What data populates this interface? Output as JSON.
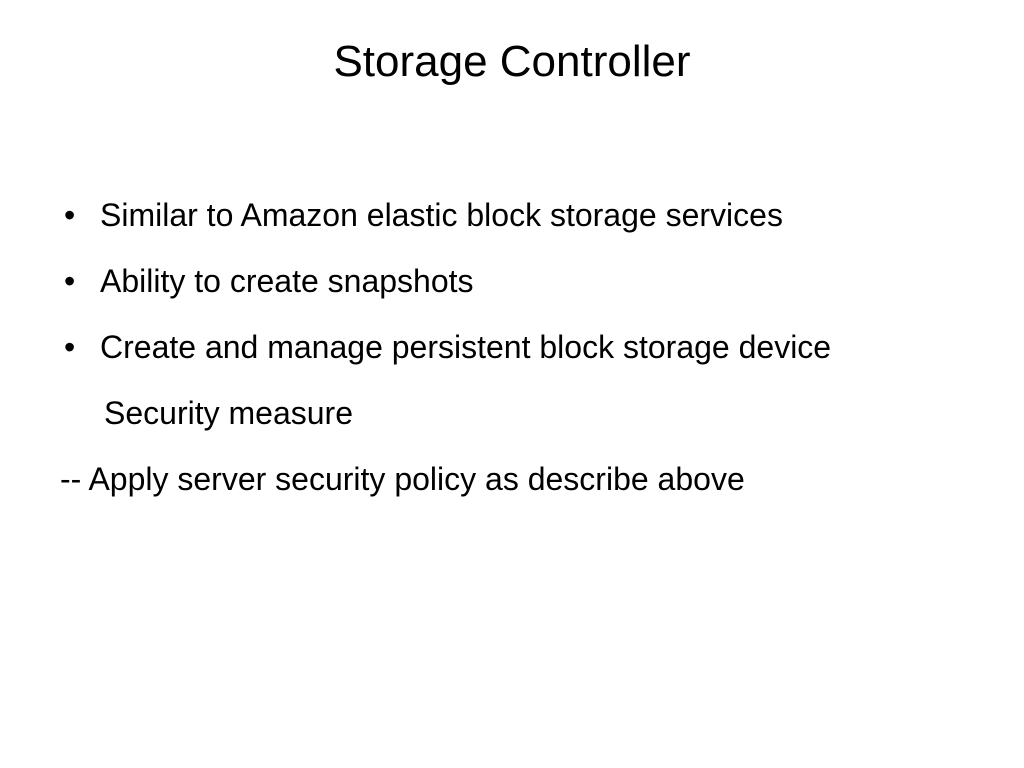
{
  "slide": {
    "title": "Storage Controller",
    "bullets": [
      {
        "marker": "•",
        "text": "Similar to Amazon elastic block storage services"
      },
      {
        "marker": "•",
        "text": "Ability to create snapshots"
      },
      {
        "marker": "•",
        "text": "Create and manage persistent block storage device"
      }
    ],
    "subheading": "Security measure",
    "footer_line": "-- Apply server security policy as describe above"
  }
}
